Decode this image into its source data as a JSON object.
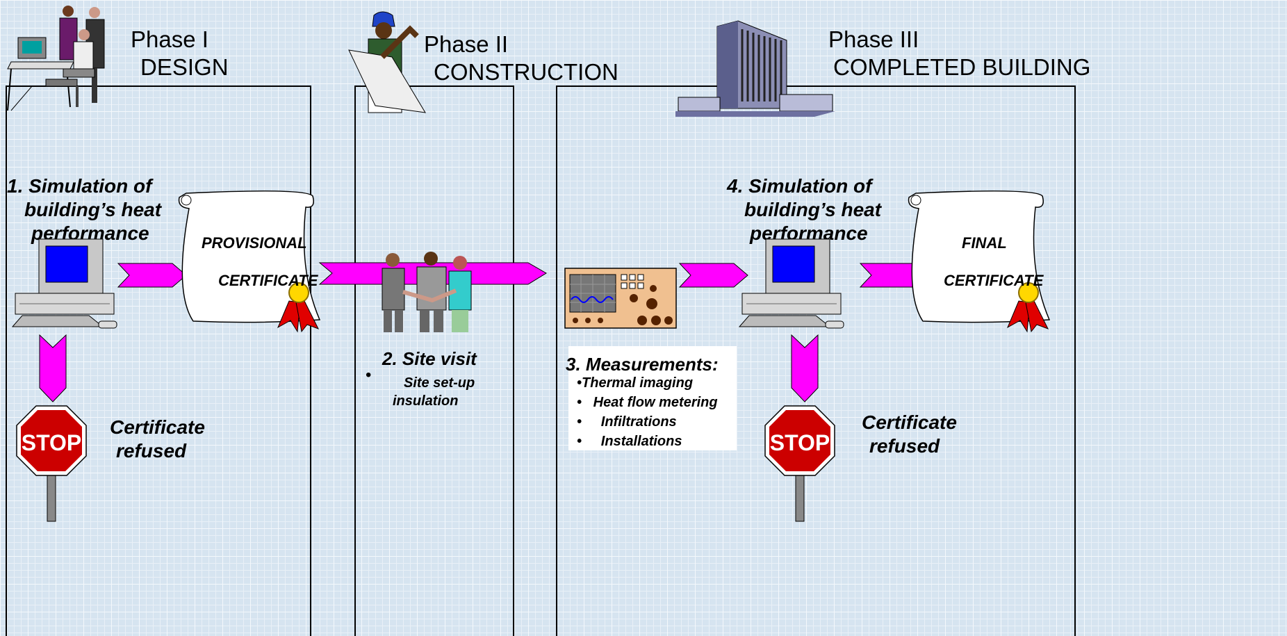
{
  "phases": [
    {
      "line1": "Phase I",
      "line2": "DESIGN"
    },
    {
      "line1": "Phase II",
      "line2": "CONSTRUCTION"
    },
    {
      "line1": "Phase III",
      "line2": "COMPLETED BUILDING"
    }
  ],
  "step1": {
    "line1": "1. Simulation of",
    "line2": "building’s heat",
    "line3": "performance"
  },
  "provisional_certificate": {
    "line1": "PROVISIONAL",
    "line2": "CERTIFICATE"
  },
  "step2": {
    "title": "2. Site visit",
    "bullet": "Site set-up",
    "bullet_cont": "insulation"
  },
  "step3": {
    "title": "3. Measurements:",
    "items": [
      "Thermal imaging",
      "Heat flow metering",
      "Infiltrations",
      "Installations"
    ]
  },
  "step4": {
    "line1": "4. Simulation of",
    "line2": "building’s heat",
    "line3": "performance"
  },
  "final_certificate": {
    "line1": "FINAL",
    "line2": "CERTIFICATE"
  },
  "refused_left": {
    "line1": "Certificate",
    "line2": "refused"
  },
  "refused_right": {
    "line1": "Certificate",
    "line2": "refused"
  },
  "stop_sign_text": "STOP",
  "colors": {
    "arrow": "#ff00ff",
    "screen": "#0000ff",
    "stop": "#cc0000",
    "ribbon": "#e00000",
    "seal": "#ffd700"
  }
}
